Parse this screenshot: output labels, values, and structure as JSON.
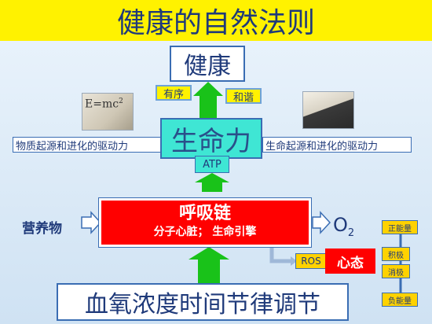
{
  "title": "健康的自然法则",
  "health": "健康",
  "order": "有序",
  "harmony": "和谐",
  "vitality": "生命力",
  "left_label": "物质起源和进化的驱动力",
  "right_label": "生命起源和进化的驱动力",
  "atp": "ATP",
  "chain_title": "呼吸链",
  "chain_sub": "分子心脏； 生命引擎",
  "nutrients": "营养物",
  "o2": "O",
  "o2_sub": "2",
  "ros": "ROS",
  "mind": "心态",
  "positive_energy": "正能量",
  "positive": "积极",
  "negative": "消极",
  "negative_energy": "负能量",
  "blood": "血氧浓度时间节律调节",
  "formula": "E=mc",
  "formula_sup": "2",
  "colors": {
    "title_bg": "#fff200",
    "arrow_green": "#19c219",
    "chain_red": "#ff0000",
    "vitality_cyan": "#3fe6d4"
  }
}
